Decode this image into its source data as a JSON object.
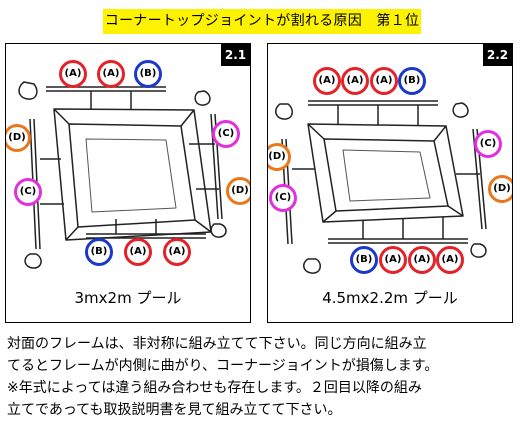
{
  "title": "コーナートップジョイントが割れる原因　第１位",
  "panels": [
    {
      "number": "2.1",
      "caption": "3mx2m プール",
      "badges": [
        "(A)",
        "(A)",
        "(B)",
        "(D)",
        "(C)",
        "(C)",
        "(D)",
        "(B)",
        "(A)",
        "(A)"
      ]
    },
    {
      "number": "2.2",
      "caption": "4.5mx2.2m プール",
      "badges": [
        "(A)",
        "(A)",
        "(A)",
        "(B)",
        "(D)",
        "(C)",
        "(C)",
        "(D)",
        "(B)",
        "(A)",
        "(A)",
        "(A)"
      ]
    }
  ],
  "body_lines": [
    "対面のフレームは、非対称に組み立てて下さい。同じ方向に組み立",
    "てるとフレームが内側に曲がり、コーナージョイントが損傷します。",
    "※年式によっては違う組み合わせも存在します。２回目以降の組み",
    "立てであっても取扱説明書を見て組み立てて下さい。"
  ],
  "colors": {
    "title_background": "#fdf200",
    "badge_A": "#e42229",
    "badge_B": "#1a39c8",
    "badge_C": "#e130dc",
    "badge_D": "#e9781d"
  }
}
